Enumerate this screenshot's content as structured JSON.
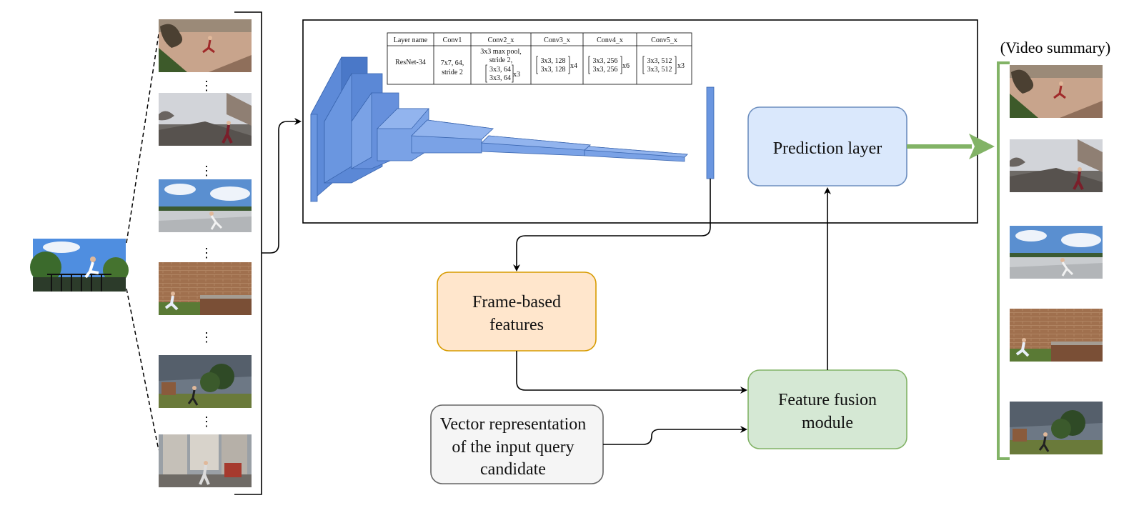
{
  "table": {
    "headers": [
      "Layer name",
      "Conv1",
      "Conv2_x",
      "Conv3_x",
      "Conv4_x",
      "Conv5_x"
    ],
    "row_name": "ResNet-34",
    "conv1": [
      "7x7, 64,",
      "stride 2"
    ],
    "conv2": {
      "lines": [
        "3x3 max pool,",
        "stride 2,"
      ],
      "block": [
        "3x3, 64",
        "3x3, 64"
      ],
      "mult": "x3"
    },
    "conv3": {
      "block": [
        "3x3, 128",
        "3x3, 128"
      ],
      "mult": "x4"
    },
    "conv4": {
      "block": [
        "3x3, 256",
        "3x3, 256"
      ],
      "mult": "x6"
    },
    "conv5": {
      "block": [
        "3x3, 512",
        "3x3, 512"
      ],
      "mult": "x3"
    }
  },
  "boxes": {
    "prediction_layer": "Prediction layer",
    "frame_features": [
      "Frame-based",
      "features"
    ],
    "fusion_module": [
      "Feature fusion",
      "module"
    ],
    "query_vector": [
      "Vector representation",
      "of the input query",
      "candidate"
    ]
  },
  "video_summary_label": "(Video summary)",
  "frame_ellipsis": "⋮",
  "colors": {
    "cnn_front": "#6a96e0",
    "cnn_top": "#92b4ee",
    "cnn_side": "#4a78c8",
    "prediction_fill": "#dae8fc",
    "prediction_stroke": "#6c8ebf",
    "frame_fill": "#ffe6cc",
    "frame_stroke": "#d79b00",
    "fusion_fill": "#d5e8d4",
    "fusion_stroke": "#82b366",
    "query_fill": "#f5f5f5",
    "query_stroke": "#666666",
    "summary_green": "#82b366"
  }
}
